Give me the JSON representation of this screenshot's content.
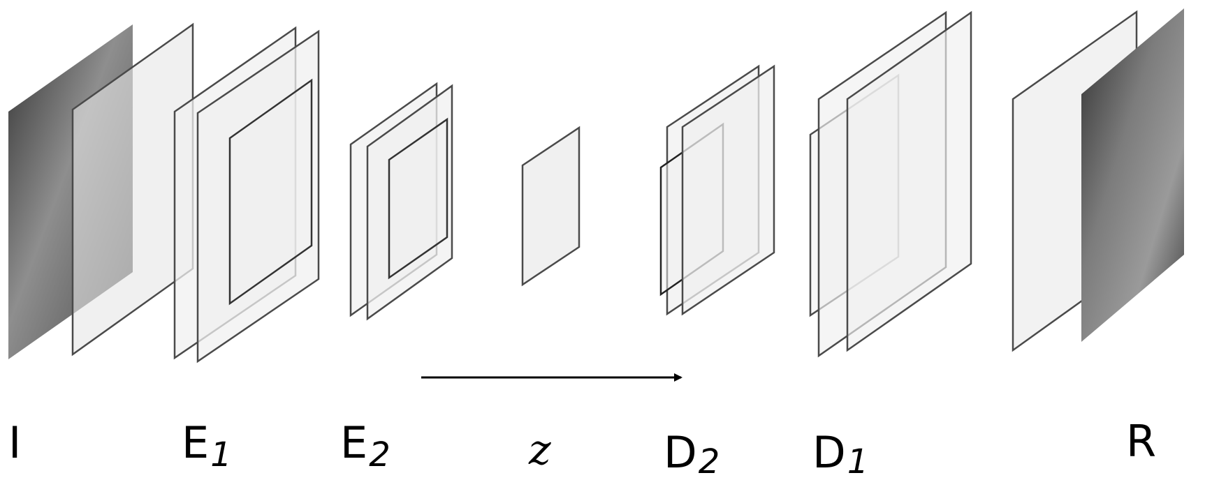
{
  "labels": {
    "input": "I",
    "encoder1": {
      "main": "E",
      "sub": "1"
    },
    "encoder2": {
      "main": "E",
      "sub": "2"
    },
    "latent": "z",
    "decoder2": {
      "main": "D",
      "sub": "2"
    },
    "decoder1": {
      "main": "D",
      "sub": "1"
    },
    "reconstruction": "R"
  },
  "colors": {
    "layer_fill": "#f0f0f0",
    "layer_stroke": "#4a4a4a",
    "image_dark": "#3c3c3c",
    "image_light": "#9a9a9a",
    "arrow": "#000000"
  }
}
